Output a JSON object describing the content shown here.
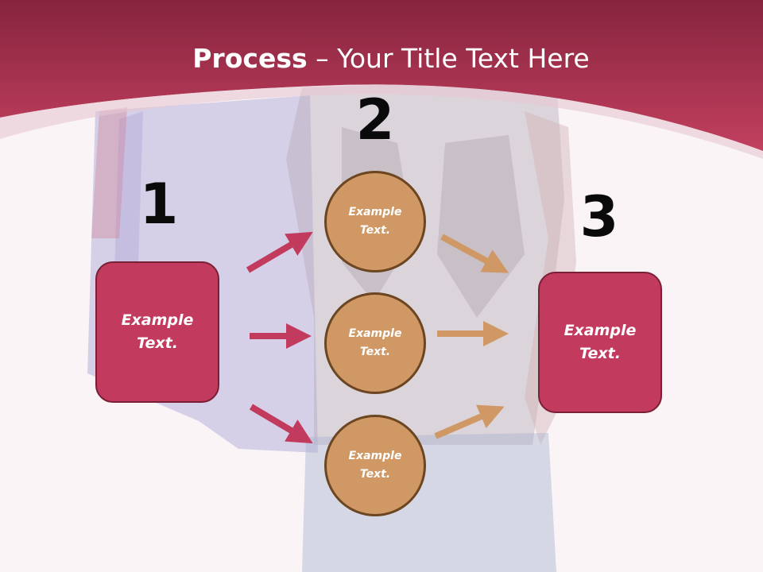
{
  "title": {
    "bold": "Process",
    "rest": " – Your Title Text Here"
  },
  "steps": {
    "one": "1",
    "two": "2",
    "three": "3"
  },
  "boxes": {
    "left": "Example\nText.",
    "right": "Example\nText."
  },
  "circles": {
    "top": "Example\nText.",
    "middle": "Example\nText.",
    "bottom": "Example\nText."
  },
  "colors": {
    "header": "#b8355a",
    "box_fill": "#c23a5d",
    "circle_fill": "#d09865",
    "left_arrows": "#c23a5d",
    "right_arrows": "#d09865"
  }
}
